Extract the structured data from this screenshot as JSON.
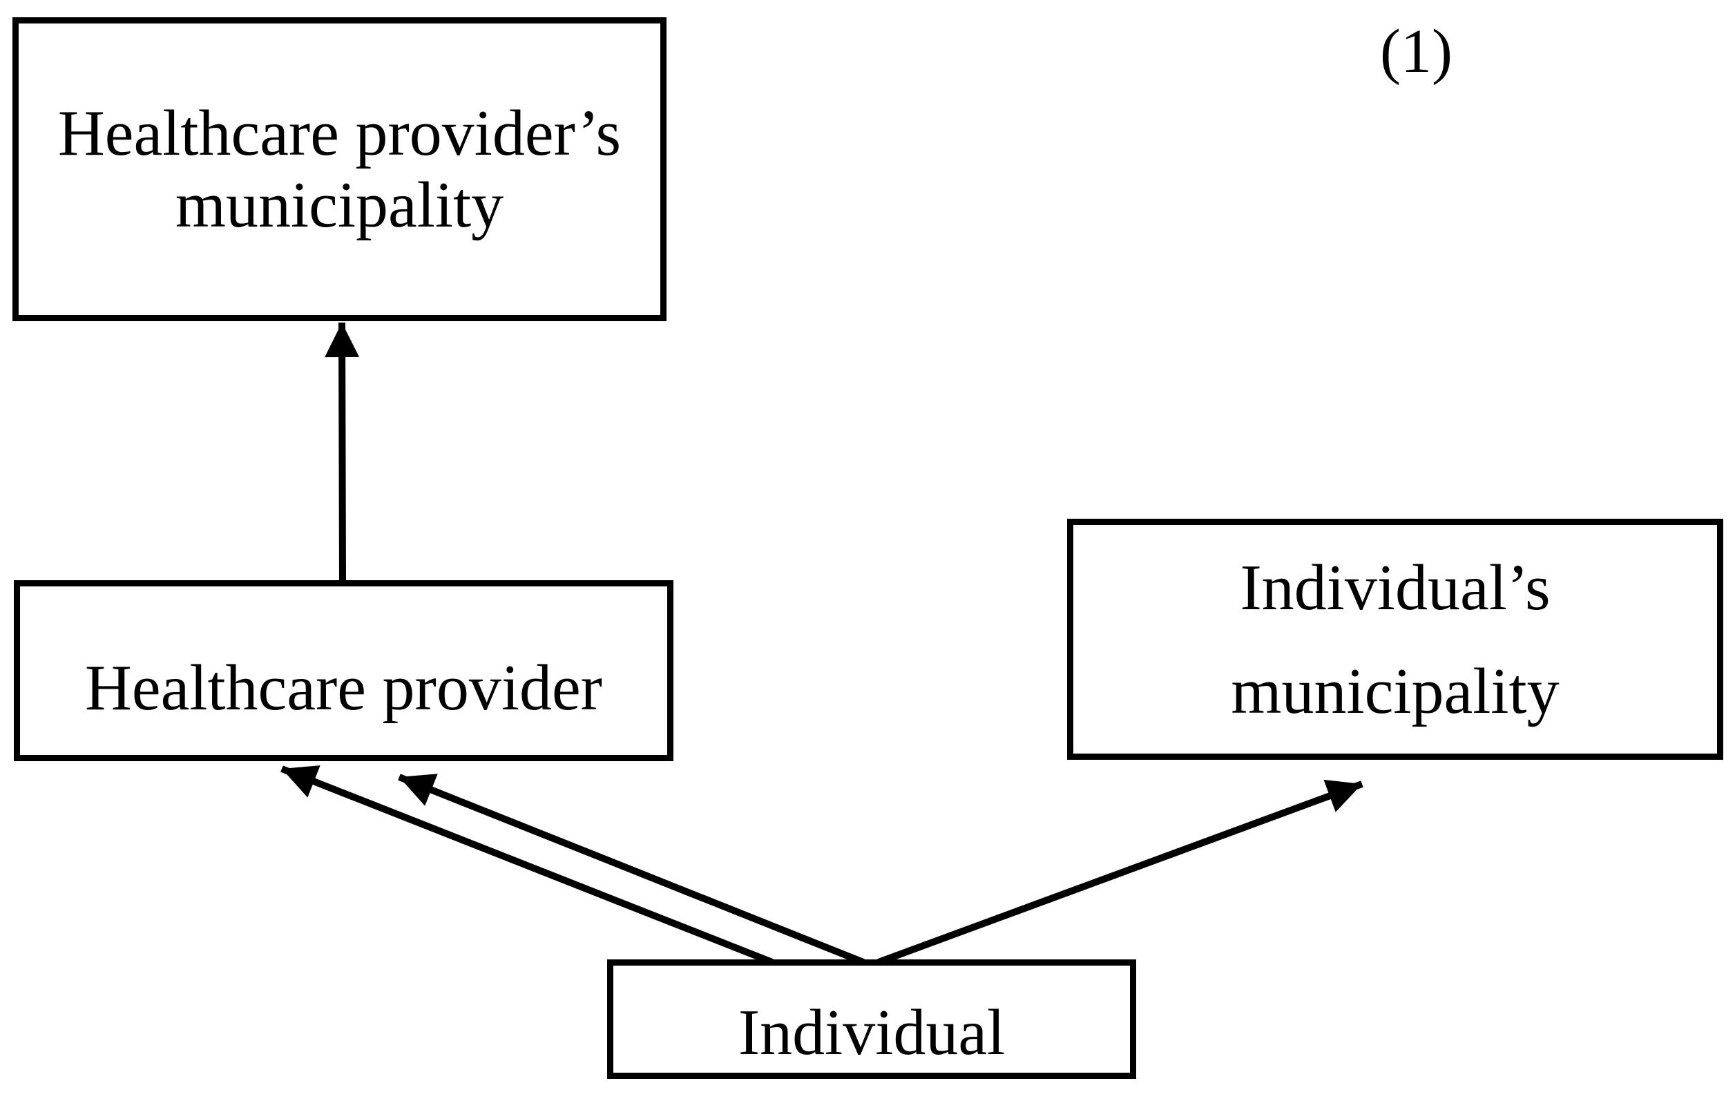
{
  "figure": {
    "annotation": "(1)",
    "background_color": "#ffffff",
    "line_color": "#000000",
    "text_color": "#000000"
  },
  "nodes": [
    {
      "id": "healthcare-providers-municipality",
      "label": "Healthcare provider’s municipality"
    },
    {
      "id": "healthcare-provider",
      "label": "Healthcare provider"
    },
    {
      "id": "individuals-municipality",
      "label": "Individual’s municipality"
    },
    {
      "id": "individual",
      "label": "Individual"
    }
  ],
  "edges": [
    {
      "from": "Healthcare provider",
      "to": "Healthcare provider’s municipality",
      "arrows": 1,
      "direction": "up"
    },
    {
      "from": "Individual",
      "to": "Healthcare provider",
      "arrows": 2,
      "direction": "up-left"
    },
    {
      "from": "Individual",
      "to": "Individual’s municipality",
      "arrows": 1,
      "direction": "up-right"
    }
  ]
}
